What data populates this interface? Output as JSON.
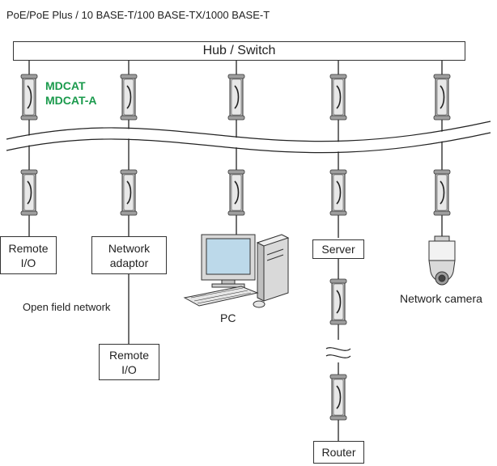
{
  "header": {
    "spec": "PoE/PoE Plus / 10 BASE-T/100 BASE-TX/1000 BASE-T"
  },
  "hub": {
    "label": "Hub / Switch"
  },
  "product": {
    "name_1": "MDCAT",
    "name_2": "MDCAT-A",
    "color": "#1a9a4c"
  },
  "nodes": {
    "remote_io_1": {
      "line1": "Remote",
      "line2": "I/O"
    },
    "network_adaptor": {
      "line1": "Network",
      "line2": "adaptor"
    },
    "pc": {
      "label": "PC"
    },
    "server": {
      "label": "Server"
    },
    "network_camera": {
      "label": "Network camera"
    },
    "open_field_network": {
      "label": "Open field network"
    },
    "remote_io_2": {
      "line1": "Remote",
      "line2": "I/O"
    },
    "router": {
      "label": "Router"
    }
  }
}
